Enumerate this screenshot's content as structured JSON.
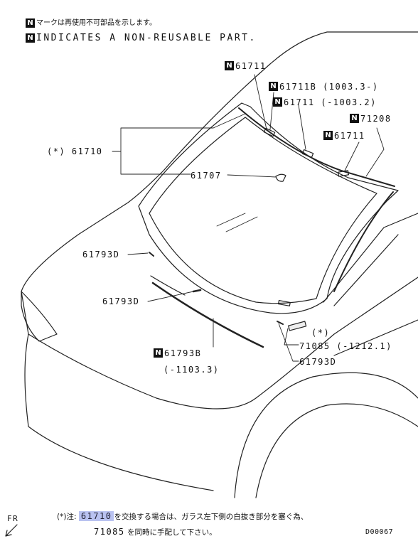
{
  "header": {
    "jp": "マークは再使用不可部品を示します。",
    "en": "INDICATES A NON-REUSABLE PART.",
    "badge": "N"
  },
  "labels": {
    "l_61711_a": "61711",
    "l_61711b": "61711B (1003.3-)",
    "l_61711_b": "61711 (-1003.2)",
    "l_71208": "71208",
    "l_61711_c": "61711",
    "l_61710": "(*) 61710",
    "l_61707": "61707",
    "l_61793d_a": "61793D",
    "l_61793d_b": "61793D",
    "l_star": "(*)",
    "l_71085": "71085 (-1212.1)",
    "l_61793d_c": "61793D",
    "l_61793b": "61793B",
    "l_61793b_note": "(-1103.3)"
  },
  "footer": {
    "fr": "FR",
    "note_prefix": "(*)注:",
    "note_part": "61710",
    "note_text1": "を交換する場合は、ガラス左下側の白抜き部分を塞ぐ為、",
    "note_part2": "71085",
    "note_text2": "を同時に手配して下さい。",
    "code": "D00067"
  }
}
